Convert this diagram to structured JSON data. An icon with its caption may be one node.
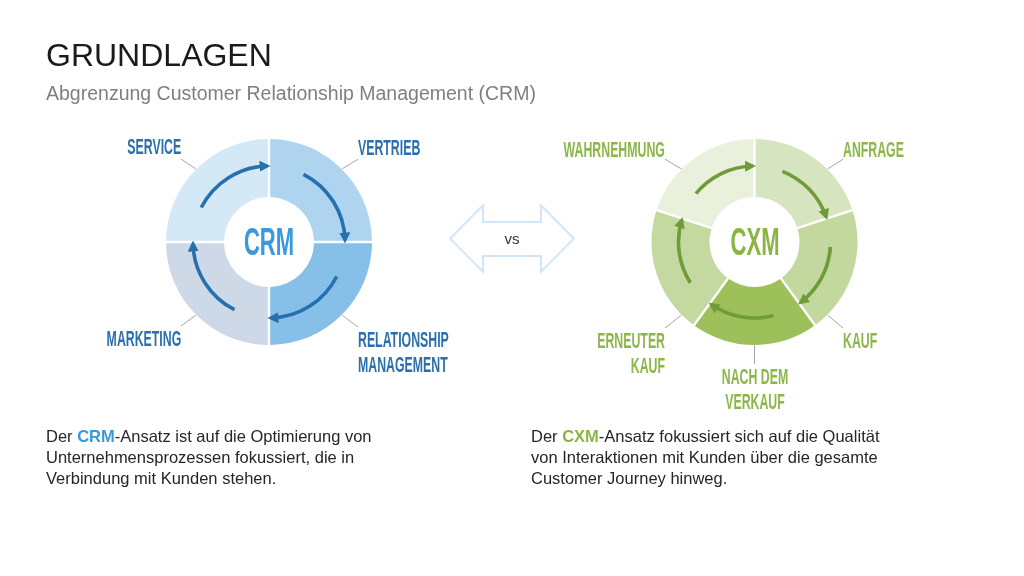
{
  "diagram": {
    "title": "GRUNDLAGEN",
    "nodes": [
      {
        "text": [
          "SERVICE"
        ]
      },
      {
        "text": [
          "VERTRIEB"
        ]
      },
      {
        "text": [],
        "shape": "segment"
      },
      {
        "text": [],
        "shape": "segment"
      },
      {
        "text": [
          "CRM"
        ]
      },
      {
        "text": [],
        "shape": "segment"
      },
      {
        "text": [],
        "shape": "segment"
      },
      {
        "text": [
          "MARKETING"
        ]
      },
      {
        "text": [
          "RELATIONSHIP MANAGEMENT"
        ]
      },
      {
        "text": [
          "vs"
        ]
      },
      {
        "text": [
          "WAHRNEHMUNG"
        ]
      },
      {
        "text": [
          "ANFRAGE"
        ]
      },
      {
        "text": [],
        "shape": "segment"
      },
      {
        "text": [],
        "shape": "segment"
      },
      {
        "text": [
          "CXM"
        ]
      },
      {
        "text": [],
        "shape": "segment"
      },
      {
        "text": [],
        "shape": "segment"
      },
      {
        "text": [],
        "shape": "segment"
      },
      {
        "text": [
          "ERNEUTER KAUF"
        ]
      },
      {
        "text": [
          "KAUF"
        ]
      },
      {
        "text": [
          "NACH DEM VERKAUF"
        ]
      }
    ],
    "edges": [
      {
        "from": 0,
        "to": 2,
        "arrow": "none"
      },
      {
        "from": 1,
        "to": 3,
        "arrow": "none"
      },
      {
        "from": 7,
        "to": 5,
        "arrow": "none"
      },
      {
        "from": 8,
        "to": 6,
        "arrow": "none"
      },
      {
        "from": 10,
        "to": 12,
        "arrow": "none"
      },
      {
        "from": 11,
        "to": 13,
        "arrow": "none"
      },
      {
        "from": 18,
        "to": 15,
        "arrow": "none"
      },
      {
        "from": 19,
        "to": 16,
        "arrow": "none"
      },
      {
        "from": 20,
        "to": 17,
        "arrow": "none"
      },
      {
        "from": 2,
        "to": 3,
        "arrow": "to",
        "style": "thick",
        "color": "#2670ad"
      },
      {
        "from": 3,
        "to": 6,
        "arrow": "to",
        "style": "thick",
        "color": "#2670ad"
      },
      {
        "from": 6,
        "to": 5,
        "arrow": "to",
        "style": "thick",
        "color": "#2670ad"
      },
      {
        "from": 5,
        "to": 2,
        "arrow": "to",
        "style": "thick",
        "color": "#2670ad"
      },
      {
        "from": 12,
        "to": 13,
        "arrow": "to",
        "style": "thick",
        "color": "#6f9b38"
      },
      {
        "from": 13,
        "to": 16,
        "arrow": "to",
        "style": "thick",
        "color": "#6f9b38"
      },
      {
        "from": 16,
        "to": 17,
        "arrow": "to",
        "style": "thick",
        "color": "#6f9b38"
      },
      {
        "from": 17,
        "to": 15,
        "arrow": "to",
        "style": "thick",
        "color": "#6f9b38"
      },
      {
        "from": 15,
        "to": 12,
        "arrow": "to",
        "style": "thick",
        "color": "#6f9b38"
      }
    ],
    "labels": [
      "Abgrenzung Customer Relationship Management (CRM)",
      "Der **CRM**-Ansatz ist auf die Optimierung von Unternehmensprozessen fokussiert, die in Verbindung mit Kunden stehen.",
      "Der **CXM**-Ansatz fokussiert sich auf die Qualität von Interaktionen mit Kunden über die gesamte Customer Journey hinweg."
    ]
  }
}
